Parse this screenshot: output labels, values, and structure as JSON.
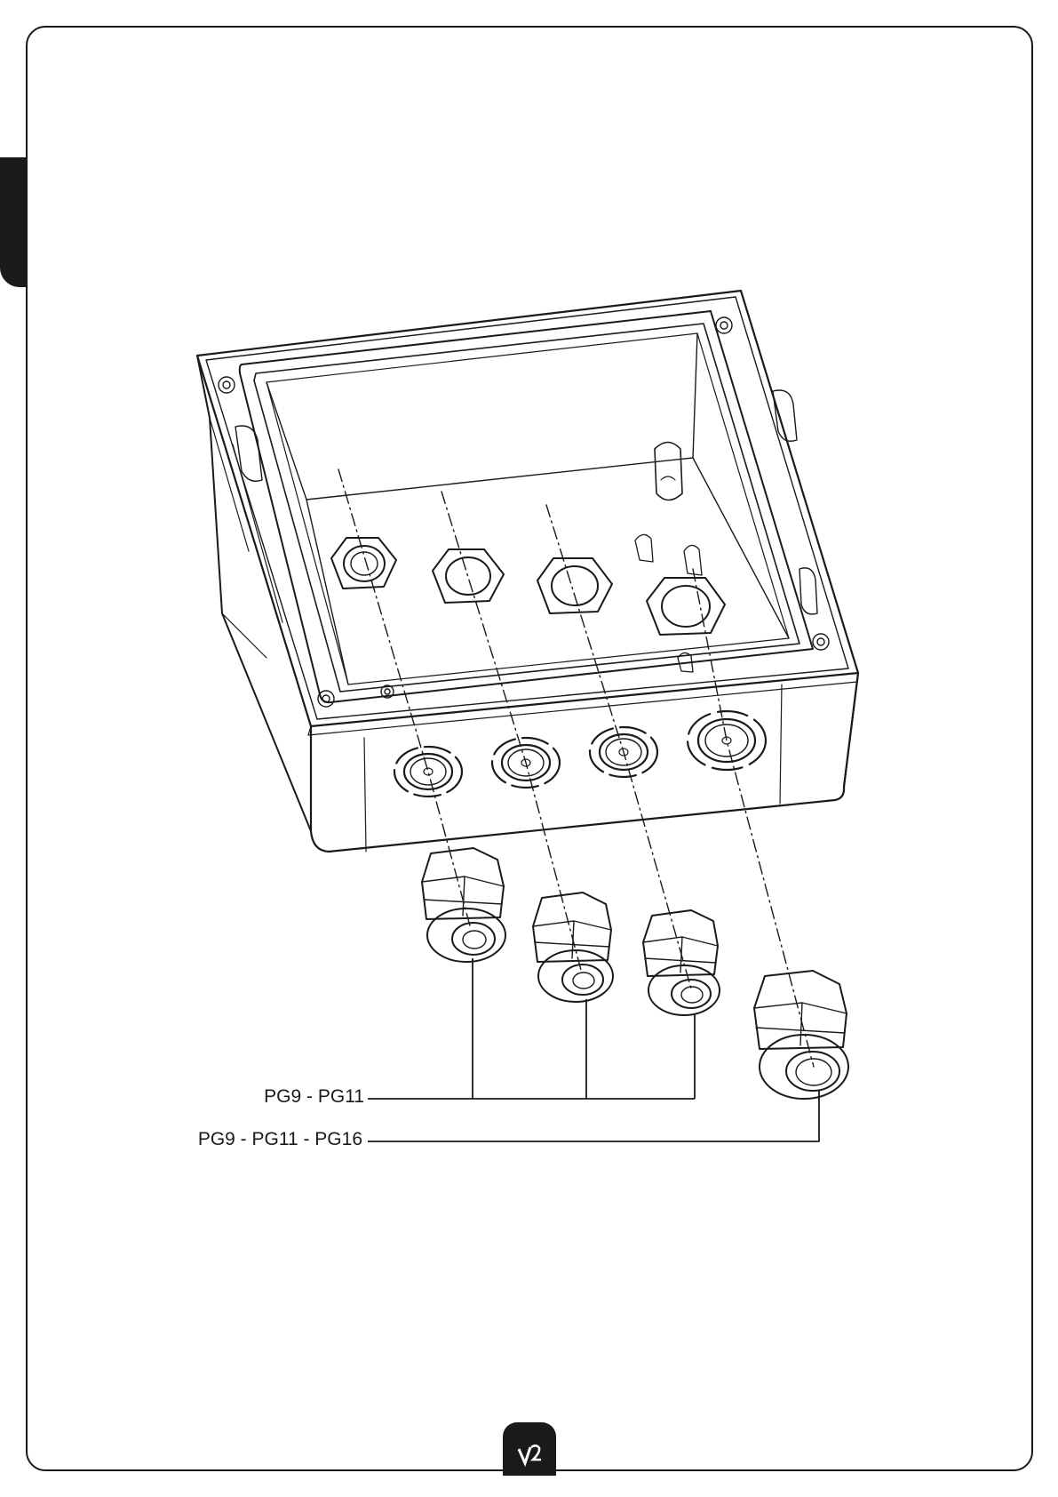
{
  "diagram": {
    "callouts": [
      {
        "id": "label-1",
        "text": "PG9 - PG11"
      },
      {
        "id": "label-2",
        "text": "PG9 - PG11 - PG16"
      }
    ],
    "logo_text": "V2"
  },
  "colors": {
    "ink": "#1a1a1a",
    "paper": "#ffffff"
  }
}
